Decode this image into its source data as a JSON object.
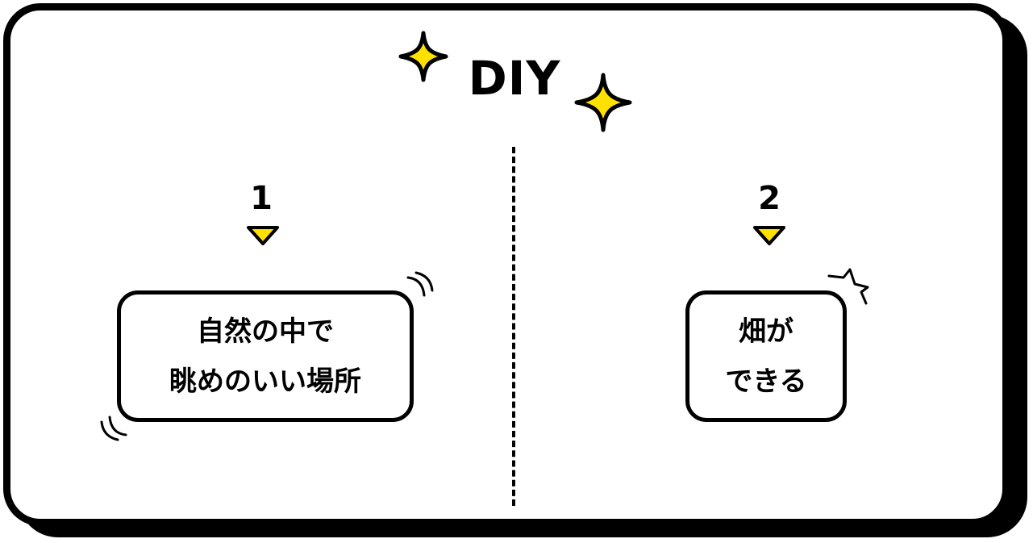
{
  "title": "DIY",
  "colors": {
    "accent_yellow": "#FFE100",
    "outline": "#000000",
    "background": "#FFFFFF"
  },
  "steps": [
    {
      "number": "1",
      "lines": [
        "自然の中で",
        "眺めのいい場所"
      ]
    },
    {
      "number": "2",
      "lines": [
        "畑が",
        "できる"
      ]
    }
  ],
  "icons": {
    "sparkle": "four-point-star-icon",
    "pointer": "down-triangle-icon",
    "motion": "motion-lines-icon",
    "burst": "burst-lines-icon"
  }
}
